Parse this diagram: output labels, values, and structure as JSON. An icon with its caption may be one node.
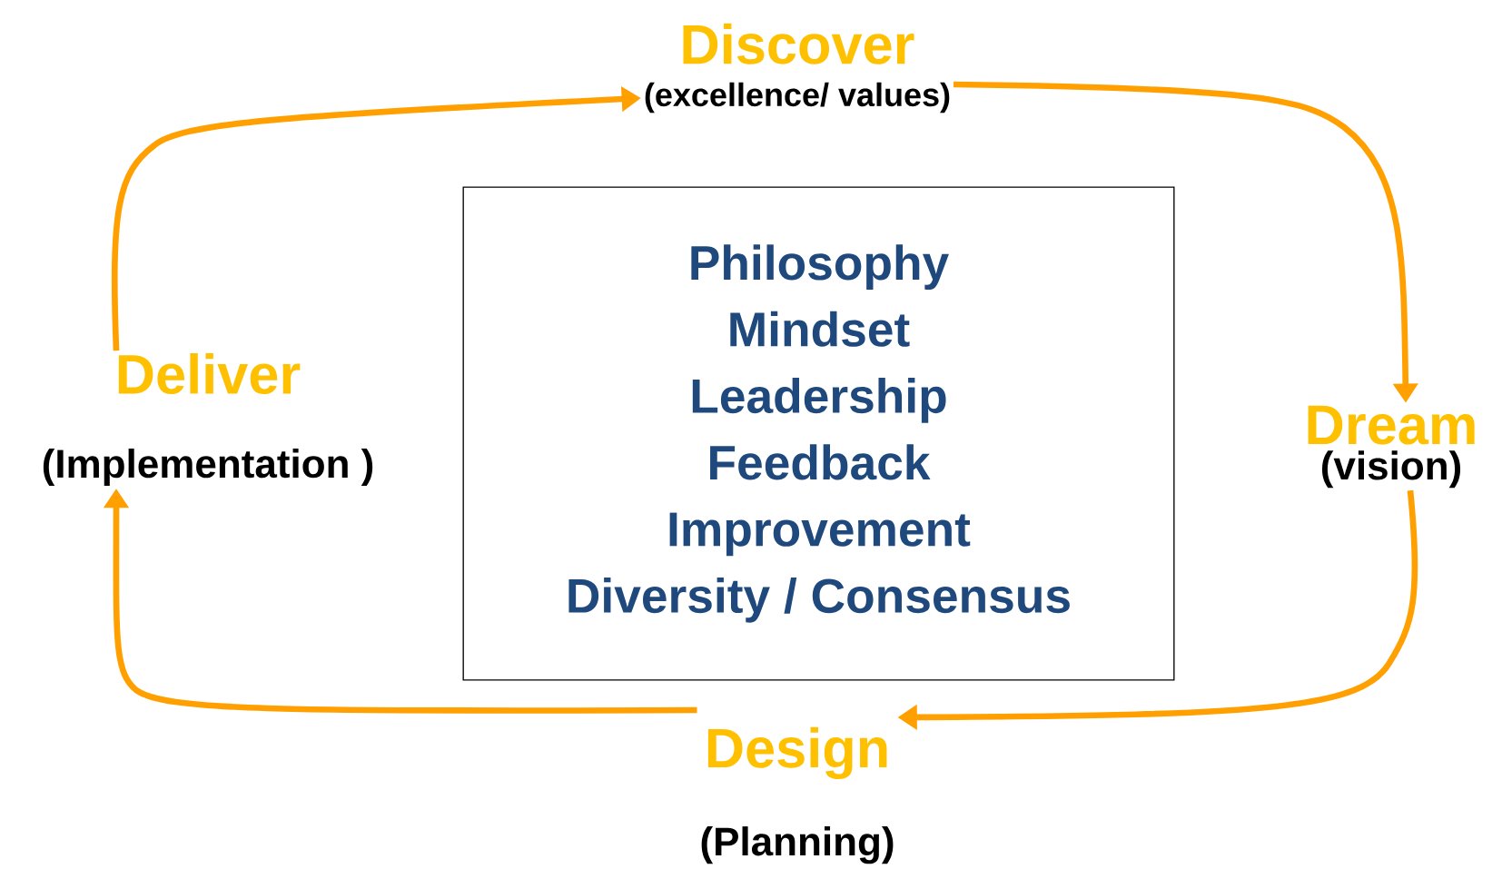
{
  "diagram": {
    "nodes": [
      {
        "text": [
          "Discover",
          "(excellence/ values)"
        ]
      },
      {
        "text": [
          "Dream",
          "(vision)"
        ]
      },
      {
        "text": [
          "Design",
          "(Planning)"
        ]
      },
      {
        "text": [
          "Deliver",
          "(Implementation )"
        ]
      },
      {
        "text": [
          "Philosophy",
          "Mindset",
          "Leadership",
          "Feedback",
          "Improvement",
          "Diversity / Consensus"
        ]
      }
    ],
    "edges": [
      {
        "from": 3,
        "to": 0,
        "arrow": "to",
        "color": "#ffa000"
      },
      {
        "from": 0,
        "to": 1,
        "arrow": "to",
        "color": "#ffa000"
      },
      {
        "from": 1,
        "to": 2,
        "arrow": "to",
        "color": "#ffa000"
      },
      {
        "from": 2,
        "to": 3,
        "arrow": "to",
        "color": "#ffa000"
      }
    ]
  }
}
